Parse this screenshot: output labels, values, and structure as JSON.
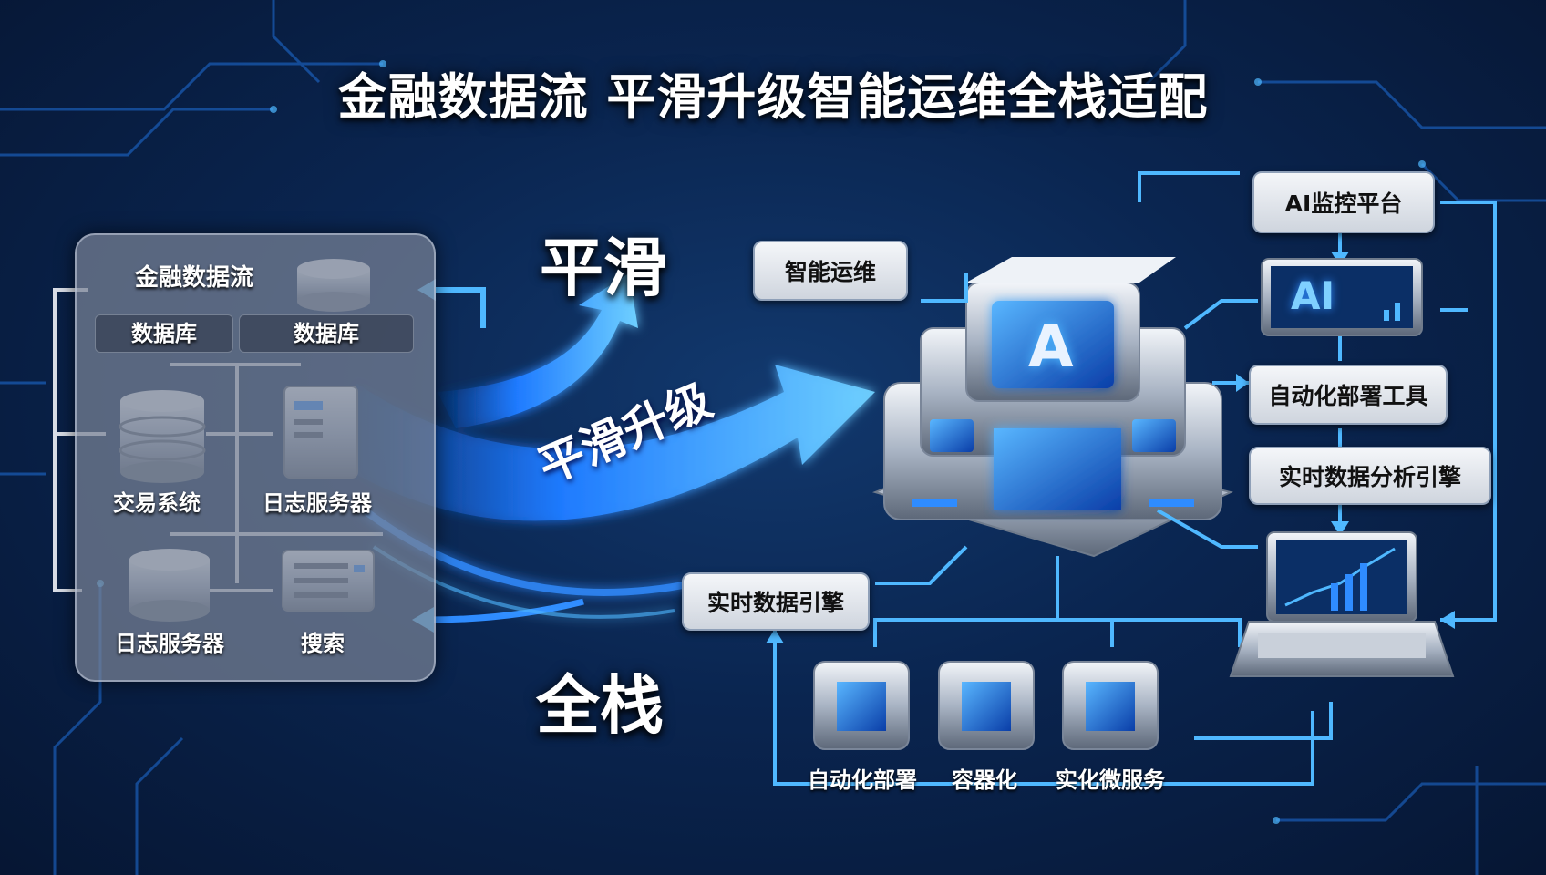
{
  "title": "金融数据流 平滑升级智能运维全栈适配",
  "left_panel": {
    "heading": "金融数据流",
    "db_label_1": "数据库",
    "db_label_2": "数据库",
    "trade_system": "交易系统",
    "log_server_top": "日志服务器",
    "log_server_bottom": "日志服务器",
    "search": "搜索"
  },
  "flow": {
    "smooth": "平滑",
    "smooth_upgrade": "平滑升级",
    "full_stack": "全栈"
  },
  "hub": {
    "chip_letter": "A",
    "intelligent_ops": "智能运维",
    "realtime_engine": "实时数据引擎"
  },
  "right_column": {
    "ai_monitor": "AI监控平台",
    "screen_text": "AI",
    "auto_deploy_tool": "自动化部署工具",
    "realtime_analysis": "实时数据分析引擎"
  },
  "bottom_row": {
    "auto_deploy": "自动化部署",
    "containerization": "容器化",
    "microservices": "实化微服务"
  },
  "colors": {
    "accent": "#2f8cff",
    "glow": "#4fb8ff",
    "background": "#0a2550"
  }
}
